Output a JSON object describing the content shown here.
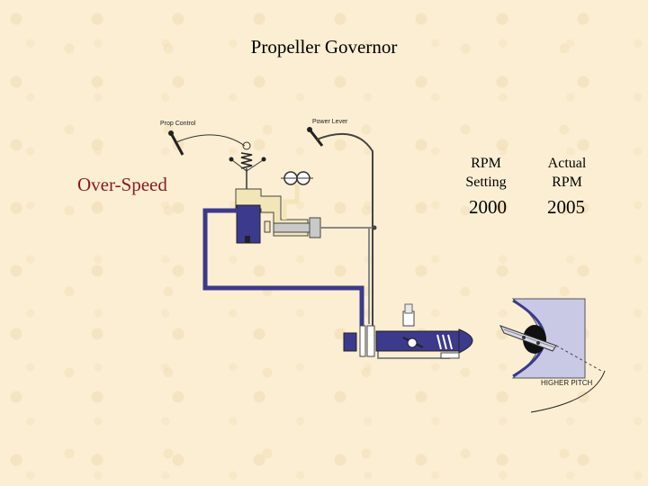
{
  "title": "Propeller Governor",
  "labels": {
    "prop_control": "Prop Control",
    "power_lever": "Power Lever",
    "status": "Over-Speed",
    "higher_pitch": "HIGHER PITCH"
  },
  "readouts": {
    "rpm_setting_label_line1": "RPM",
    "rpm_setting_label_line2": "Setting",
    "rpm_setting_value": "2000",
    "actual_rpm_label_line1": "Actual",
    "actual_rpm_label_line2": "RPM",
    "actual_rpm_value": "2005"
  },
  "colors": {
    "background": "#fbeed2",
    "oil_blue": "#3b3a8c",
    "pilot_valve": "#f2e6b8",
    "status_red": "#8b1a1a",
    "hub_lavender": "#c9c9e6"
  }
}
